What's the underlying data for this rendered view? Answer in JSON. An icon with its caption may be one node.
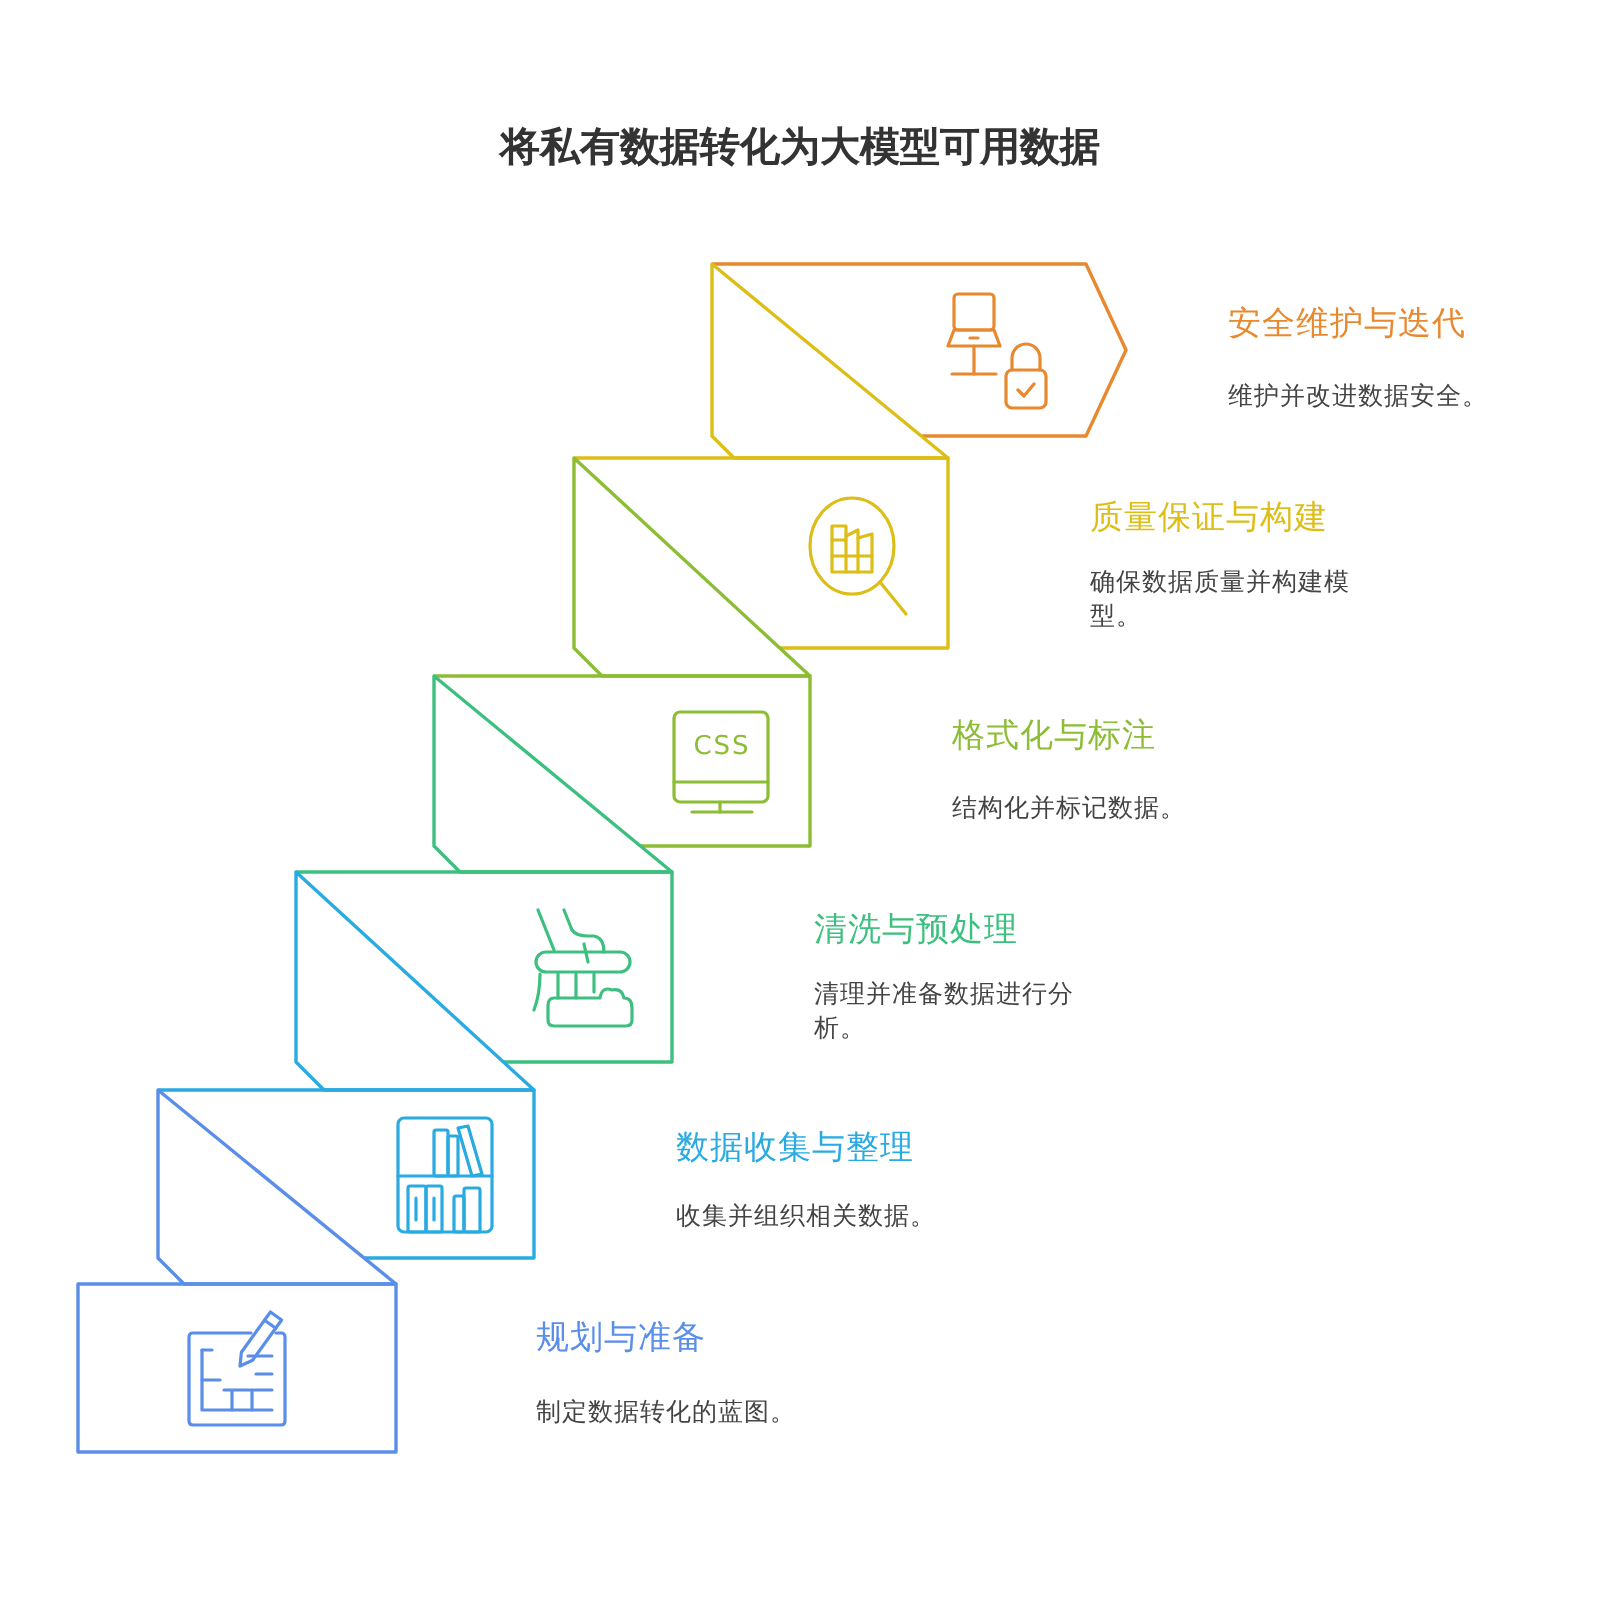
{
  "diagram": {
    "title": "将私有数据转化为大模型可用数据",
    "nodes": [
      {
        "text": [],
        "shape": "arrow",
        "beside": [
          "安全维护与迭代",
          "维护并改进数据安全。"
        ]
      },
      {
        "text": [],
        "shape": "box",
        "beside": [
          "质量保证与构建",
          "确保数据质量并构建模型。"
        ]
      },
      {
        "text": [],
        "shape": "box",
        "beside": [
          "格式化与标注",
          "结构化并标记数据。"
        ]
      },
      {
        "text": [],
        "shape": "box",
        "beside": [
          "清洗与预处理",
          "清理并准备数据进行分析。"
        ]
      },
      {
        "text": [],
        "shape": "box",
        "beside": [
          "数据收集与整理",
          "收集并组织相关数据。"
        ]
      },
      {
        "text": [],
        "shape": "box",
        "beside": [
          "规划与准备",
          "制定数据转化的蓝图。"
        ]
      }
    ],
    "labels": [
      "CSS"
    ]
  }
}
